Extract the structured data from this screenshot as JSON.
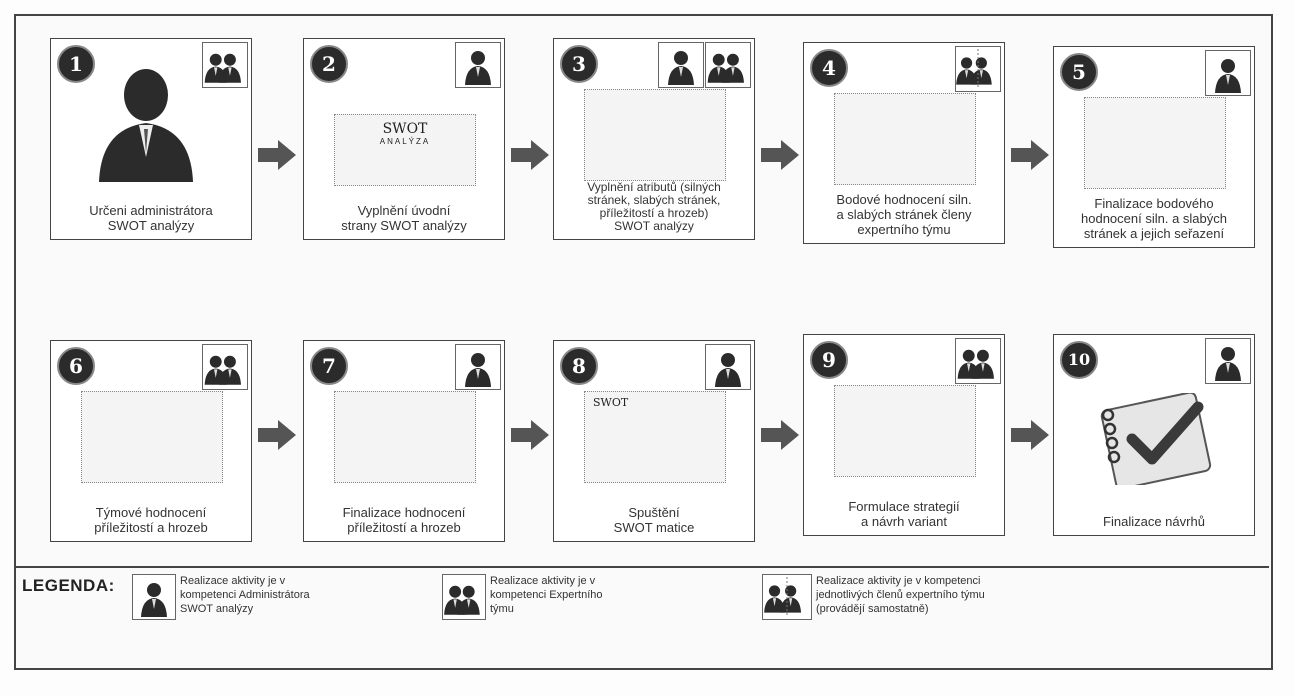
{
  "steps": [
    {
      "num": "1",
      "caption": "Určeni administrátora\nSWOT analýzy",
      "icons": [
        "expert"
      ]
    },
    {
      "num": "2",
      "caption": "Vyplnění úvodní\nstrany SWOT analýzy",
      "icons": [
        "admin"
      ]
    },
    {
      "num": "3",
      "caption": "Vyplnění atributů (silných\nstránek, slabých stránek,\npříležitostí a hrozeb)\nSWOT analýzy",
      "icons": [
        "admin",
        "expert"
      ]
    },
    {
      "num": "4",
      "caption": "Bodové hodnocení siln.\na slabých stránek členy\nexpertního týmu",
      "icons": [
        "individual"
      ]
    },
    {
      "num": "5",
      "caption": "Finalizace bodového\nhodnocení siln. a slabých\nstránek a jejich seřazení",
      "icons": [
        "admin"
      ]
    },
    {
      "num": "6",
      "caption": "Týmové hodnocení\npříležitostí a hrozeb",
      "icons": [
        "expert"
      ]
    },
    {
      "num": "7",
      "caption": "Finalizace hodnocení\npříležitostí a hrozeb",
      "icons": [
        "admin"
      ]
    },
    {
      "num": "8",
      "caption": "Spuštění\nSWOT matice",
      "icons": [
        "admin"
      ]
    },
    {
      "num": "9",
      "caption": "Formulace strategií\na návrh variant",
      "icons": [
        "expert"
      ]
    },
    {
      "num": "10",
      "caption": "Finalizace návrhů",
      "icons": [
        "admin"
      ]
    }
  ],
  "step2_doc": {
    "title": "SWOT",
    "subtitle": "ANALÝZA"
  },
  "step8_doc": {
    "title": "SWOT"
  },
  "legend": {
    "title": "LEGENDA:",
    "items": [
      {
        "icon": "admin",
        "text": "Realizace aktivity je v\nkompetenci Administrátora\nSWOT analýzy"
      },
      {
        "icon": "expert",
        "text": "Realizace aktivity je v\nkompetenci Expertního\ntýmu"
      },
      {
        "icon": "individual",
        "text": "Realizace aktivity je v kompetenci\njednotlivých členů expertního týmu\n(provádějí samostatně)"
      }
    ]
  },
  "colors": {
    "border": "#444444",
    "figure": "#2b2b2b",
    "arrow": "#555555"
  }
}
